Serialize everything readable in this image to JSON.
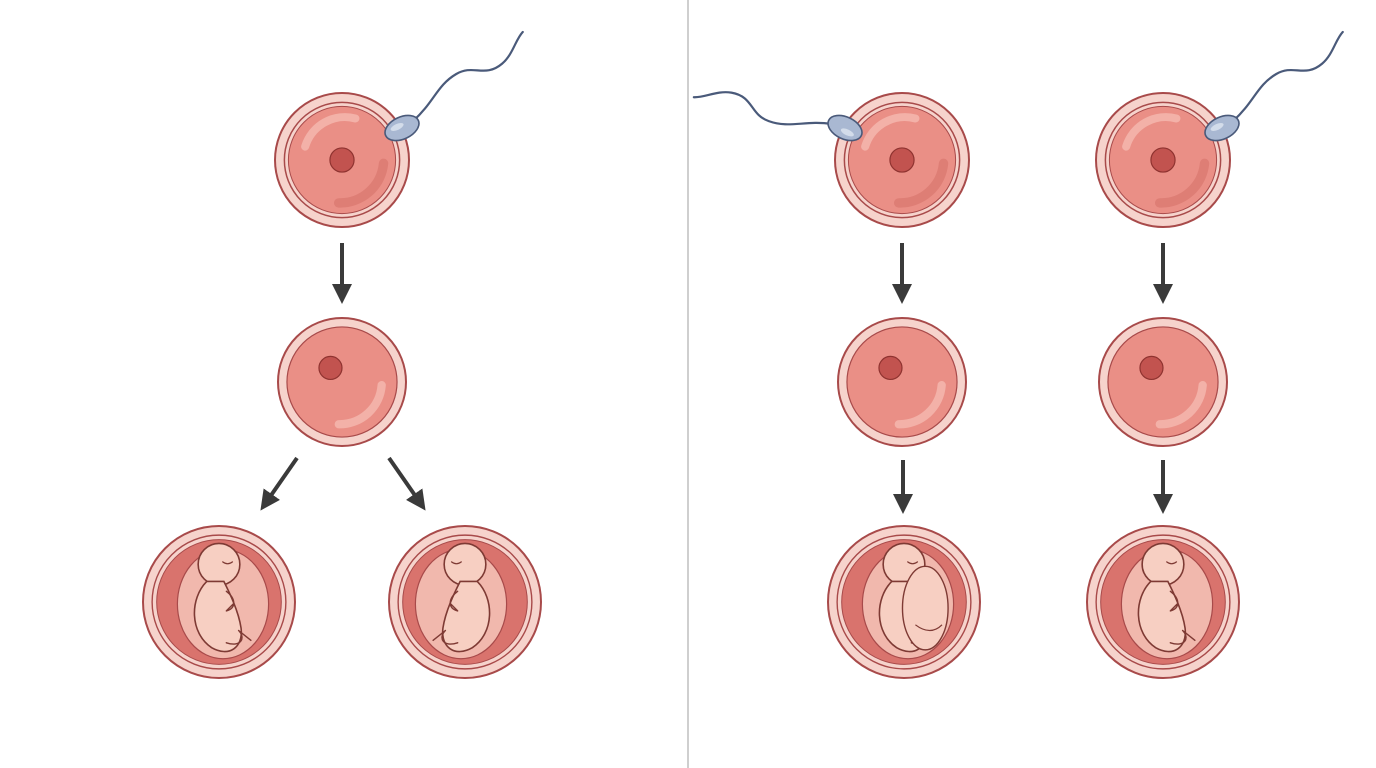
{
  "diagram": {
    "type": "twin-formation",
    "panels": [
      {
        "id": "left",
        "columns": 1,
        "sperm_count": 1,
        "fetus_count": 2,
        "branching": "split"
      },
      {
        "id": "right",
        "columns": 2,
        "sperm_count": 2,
        "fetus_count": 2,
        "branching": "parallel"
      }
    ],
    "colors": {
      "background": "#ffffff",
      "cell_outline": "#a84a4a",
      "cell_membrane": "#f6d3cc",
      "cell_fill": "#ea8f86",
      "cell_highlight": "#f3b1a8",
      "nucleus": "#c2534f",
      "sac_fill": "#d9736d",
      "fetus_fill": "#f7cfc2",
      "fetus_outline": "#7e3a34",
      "sperm_head": "#a9b8d2",
      "sperm_outline": "#4a5a7a",
      "arrow": "#3a3a3a",
      "divider": "#cfcfcf"
    },
    "icons": [
      "sperm-icon",
      "egg-cell-icon",
      "zygote-icon",
      "embryo-icon",
      "arrow-down-icon"
    ]
  }
}
